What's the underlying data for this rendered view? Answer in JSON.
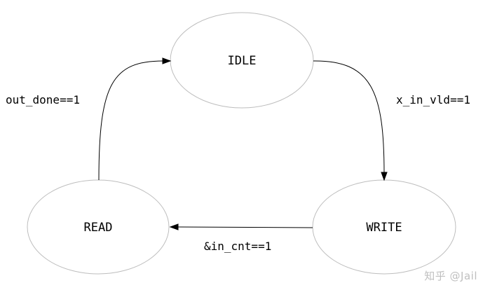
{
  "diagram": {
    "states": {
      "idle": "IDLE",
      "write": "WRITE",
      "read": "READ"
    },
    "transitions": {
      "idle_to_write": "x_in_vld==1",
      "write_to_read": "&in_cnt==1",
      "read_to_idle": "out_done==1"
    }
  },
  "watermark": "知乎 @Jail",
  "colors": {
    "node_border": "#bdbdbd",
    "edge": "#000000",
    "text": "#000000",
    "watermark": "#bfbfbf"
  }
}
